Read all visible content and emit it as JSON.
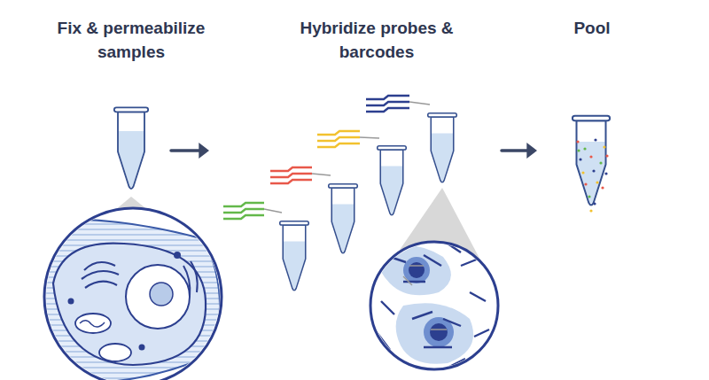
{
  "diagram": {
    "nodes": [
      {
        "text": [
          "Fix & permeabilize samples"
        ]
      },
      {
        "text": [
          "Hybridize probes & barcodes"
        ]
      },
      {
        "text": [
          "Pool"
        ]
      }
    ],
    "edges": [
      {
        "from": 0,
        "to": 1,
        "arrow": "to"
      },
      {
        "from": 1,
        "to": 2,
        "arrow": "to"
      }
    ]
  }
}
